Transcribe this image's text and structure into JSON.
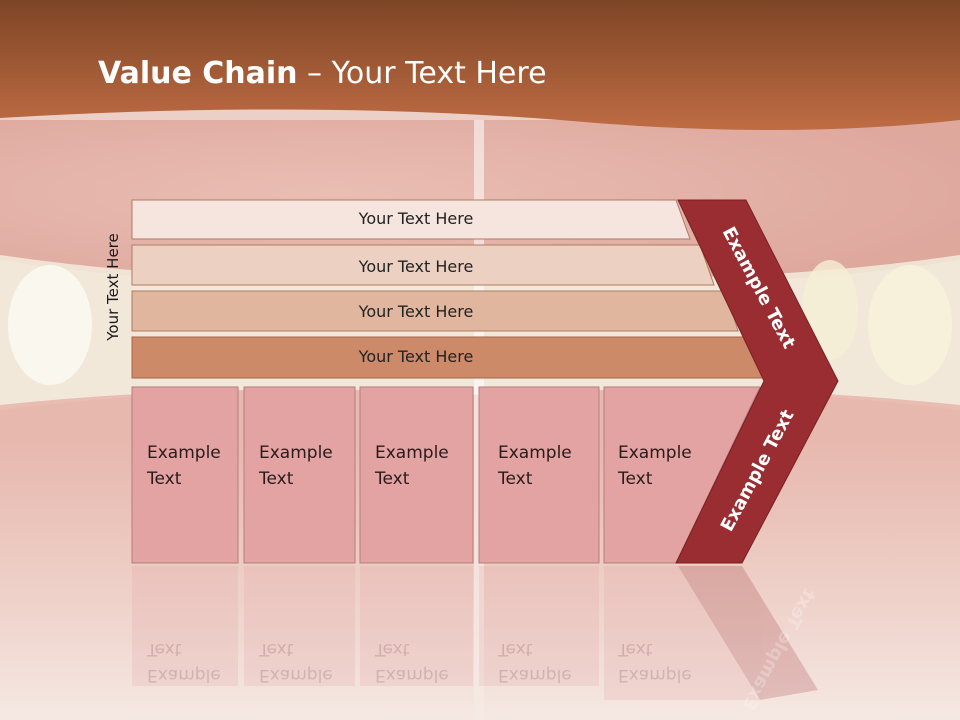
{
  "slide": {
    "title_bold": "Value Chain",
    "title_rest": " – Your Text Here"
  },
  "diagram": {
    "vertical_label": "Your Text Here",
    "bars": [
      {
        "label": "Your Text Here",
        "color": "#f5e5de"
      },
      {
        "label": "Your Text Here",
        "color": "#ecd1c2"
      },
      {
        "label": "Your Text Here",
        "color": "#e1b69f"
      },
      {
        "label": "Your Text Here",
        "color": "#cd8a68"
      }
    ],
    "cells": [
      {
        "line1": "Example",
        "line2": "Text"
      },
      {
        "line1": "Example",
        "line2": "Text"
      },
      {
        "line1": "Example",
        "line2": "Text"
      },
      {
        "line1": "Example",
        "line2": "Text"
      },
      {
        "line1": "Example",
        "line2": "Text"
      }
    ],
    "chevron_top_text": "Example Text",
    "chevron_bottom_text": "Example Text"
  },
  "colors": {
    "header": "#b5623a",
    "cell_fill": "#e2a3a2",
    "chevron": "#992d31"
  }
}
